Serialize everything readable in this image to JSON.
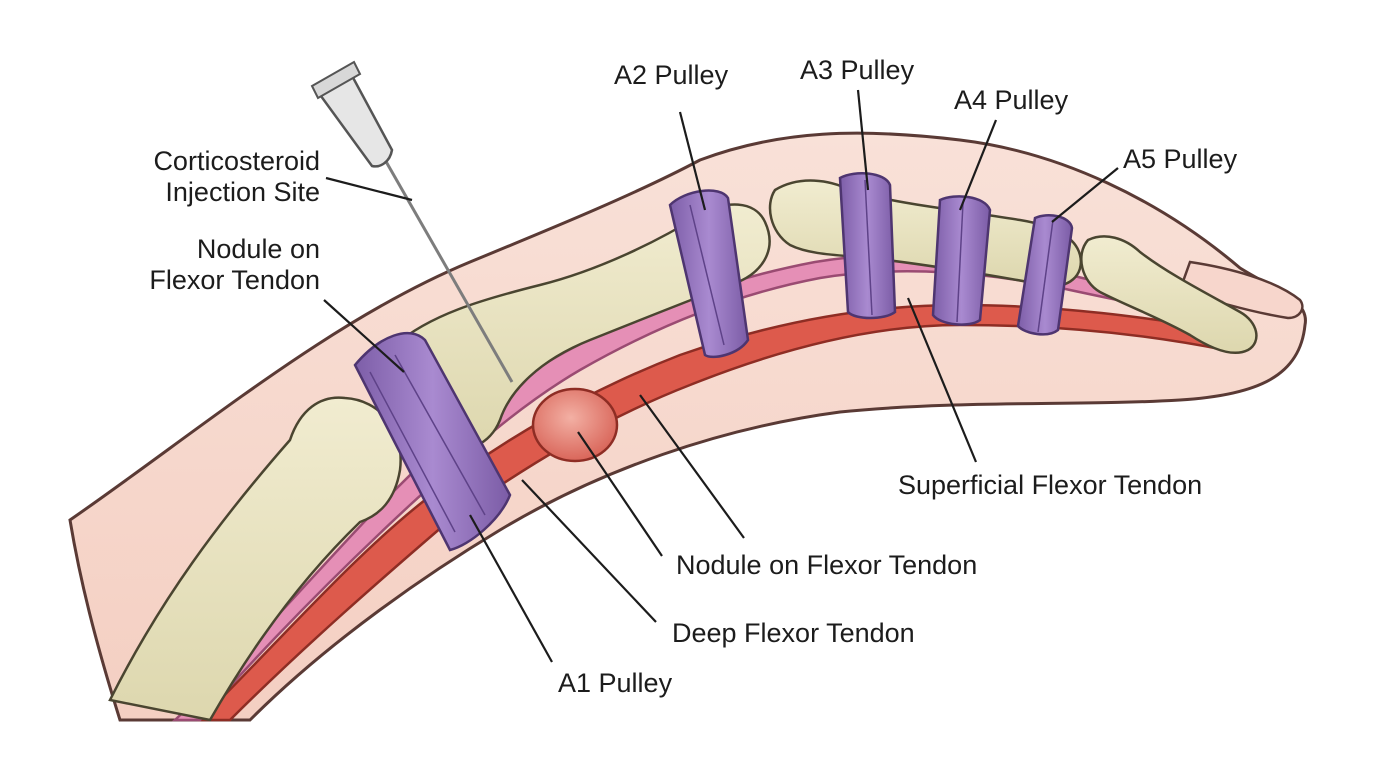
{
  "labels": {
    "corticosteroid_line1": "Corticosteroid",
    "corticosteroid_line2": "Injection Site",
    "nodule_upper_line1": "Nodule on",
    "nodule_upper_line2": "Flexor Tendon",
    "a2": "A2 Pulley",
    "a3": "A3 Pulley",
    "a4": "A4 Pulley",
    "a5": "A5 Pulley",
    "superficial": "Superficial Flexor Tendon",
    "nodule_lower": "Nodule on Flexor Tendon",
    "deep": "Deep Flexor Tendon",
    "a1": "A1 Pulley"
  },
  "colors": {
    "skin": "#f8dcd2",
    "skin_outline": "#5a3a35",
    "bone": "#ebe6c4",
    "bone_outline": "#4a4530",
    "pulley": "#9b7cc4",
    "pulley_dark": "#6e4f9a",
    "superficial_tendon": "#e58fb6",
    "deep_tendon": "#dd5a4c",
    "nodule": "#e8877a",
    "needle": "#9a9a9a",
    "leader_line": "#1c1c1c"
  }
}
